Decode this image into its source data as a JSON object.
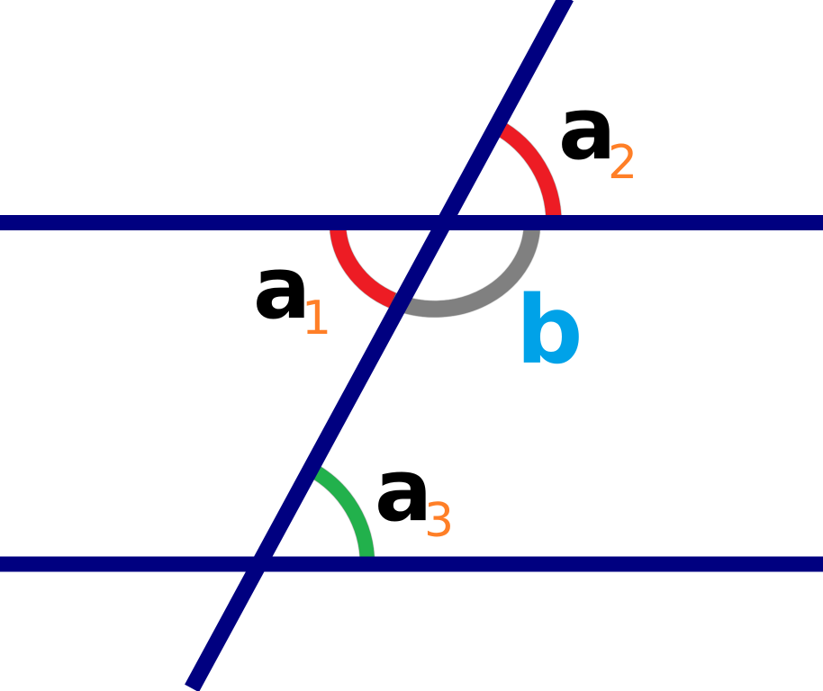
{
  "diagram": {
    "title": "",
    "description": "Two parallel lines cut by a transversal with marked angles",
    "colors": {
      "line": "#000080",
      "arc_a1": "#ed1c24",
      "arc_a2": "#ed1c24",
      "arc_b": "#808080",
      "arc_a3": "#22b14c",
      "label_main": "#000000",
      "label_sub": "#ff7f27",
      "label_b": "#00a2e8"
    },
    "labels": {
      "a1": {
        "main": "a",
        "sub": "1"
      },
      "a2": {
        "main": "a",
        "sub": "2"
      },
      "a3": {
        "main": "a",
        "sub": "3"
      },
      "b": {
        "main": "b"
      }
    },
    "angles": {
      "a1": {
        "kind": "red arc",
        "relation": "equals a2 (vertical angles)"
      },
      "a2": {
        "kind": "red arc"
      },
      "a3": {
        "kind": "green arc",
        "relation": "corresponding to a2"
      },
      "b": {
        "kind": "gray arc",
        "relation": "supplementary to a1"
      }
    }
  }
}
